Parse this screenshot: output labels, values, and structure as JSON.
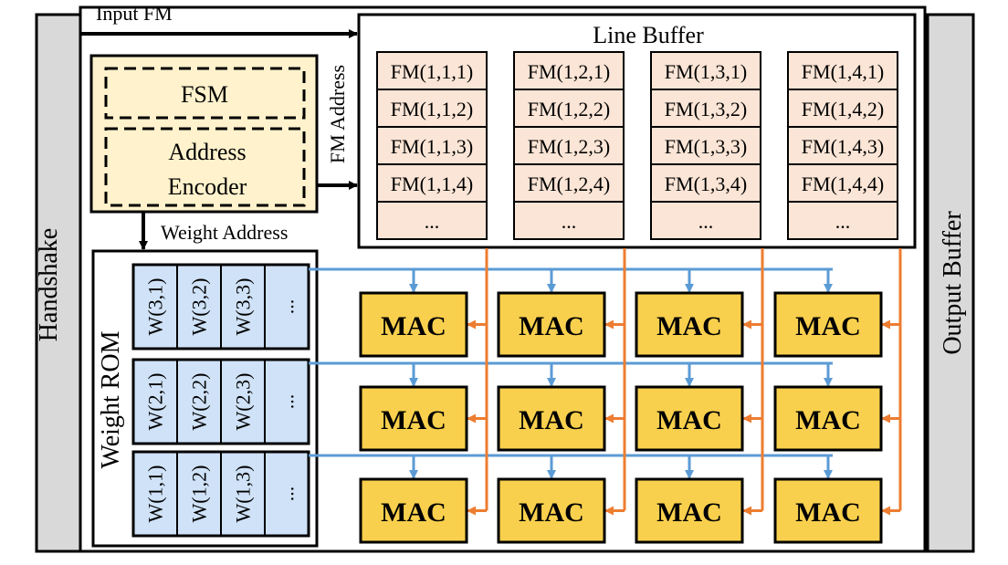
{
  "labels": {
    "input_fm": "Input FM",
    "handshake": "Handshake",
    "output_buffer": "Output Buffer",
    "line_buffer": "Line Buffer",
    "fsm": "FSM",
    "address_encoder_line1": "Address",
    "address_encoder_line2": "Encoder",
    "fm_address": "FM Address",
    "weight_address": "Weight Address",
    "weight_rom": "Weight ROM"
  },
  "line_buffer_columns": [
    [
      "FM(1,1,1)",
      "FM(1,1,2)",
      "FM(1,1,3)",
      "FM(1,1,4)",
      "..."
    ],
    [
      "FM(1,2,1)",
      "FM(1,2,2)",
      "FM(1,2,3)",
      "FM(1,2,4)",
      "..."
    ],
    [
      "FM(1,3,1)",
      "FM(1,3,2)",
      "FM(1,3,3)",
      "FM(1,3,4)",
      "..."
    ],
    [
      "FM(1,4,1)",
      "FM(1,4,2)",
      "FM(1,4,3)",
      "FM(1,4,4)",
      "..."
    ]
  ],
  "weight_rows": [
    [
      "W(3,1)",
      "W(3,2)",
      "W(3,3)",
      "..."
    ],
    [
      "W(2,1)",
      "W(2,2)",
      "W(2,3)",
      "..."
    ],
    [
      "W(1,1)",
      "W(1,2)",
      "W(1,3)",
      "..."
    ]
  ],
  "mac_label": "MAC",
  "mac_grid": {
    "rows": 3,
    "cols": 4
  },
  "colors": {
    "fm_cell": "#fbe5d6",
    "controller": "#fff2cc",
    "weight_cell": "#cfe2f7",
    "mac": "#f9d04d",
    "side_bars": "#d9d9d9",
    "weight_arrow": "#5b9bd5",
    "fm_arrow": "#ed7d31"
  }
}
